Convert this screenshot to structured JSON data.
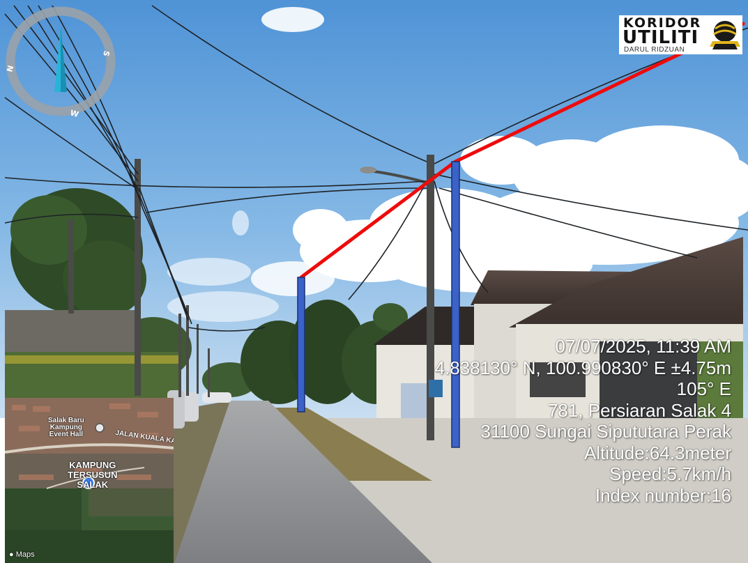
{
  "logo": {
    "line1": "KORIDOR",
    "line2": "UTILITI",
    "line3": "DARUL RIDZUAN"
  },
  "compass": {
    "labels": [
      "N",
      "W",
      "S"
    ]
  },
  "overlay": {
    "datetime": "07/07/2025, 11:39 AM",
    "coordinates": "4.838130° N, 100.990830° E ±4.75m",
    "heading": "105° E",
    "address_line1": "781, Persiaran Salak 4",
    "address_line2": "31100 Sungai Sipututara Perak",
    "altitude": "Altitude:64.3meter",
    "speed": "Speed:5.7km/h",
    "index": "Index number:16"
  },
  "minimap": {
    "poi_line1": "Salak Baru",
    "poi_line2": "Kampung",
    "poi_line3": "Event Hall",
    "road_label": "JALAN KUALA KA",
    "area_line1": "KAMPUNG",
    "area_line2": "TERSUSUN",
    "area_line3": "SALAK",
    "maps_brand": "Maps"
  },
  "colors": {
    "sky": "#5e9ed8",
    "route_line": "#ee0b0b",
    "pole_marker": "#3b62c9",
    "compass_needle": "#27b4d8"
  }
}
